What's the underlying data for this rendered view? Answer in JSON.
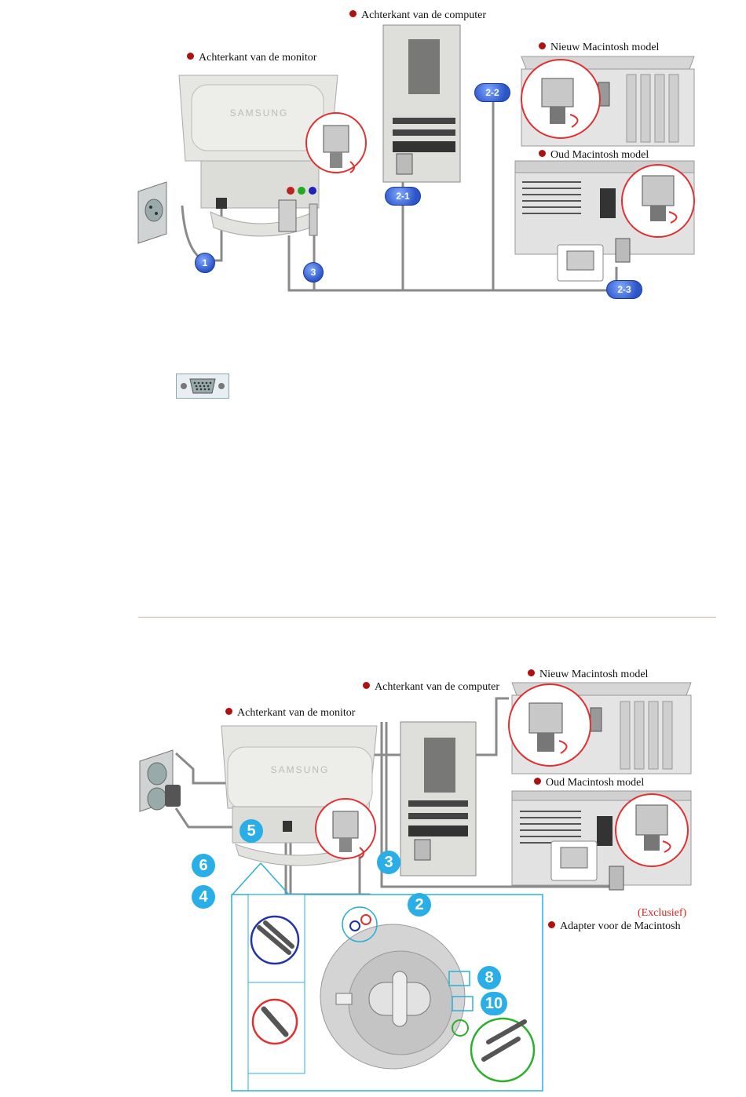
{
  "top": {
    "labels": {
      "computer_back": "Achterkant van de computer",
      "monitor_back": "Achterkant van de monitor",
      "new_mac": "Nieuw Macintosh model",
      "old_mac": "Oud Macintosh model"
    },
    "brand": "SAMSUNG",
    "steps": [
      "1",
      "2-1",
      "2-2",
      "2-3",
      "3"
    ]
  },
  "bottom": {
    "labels": {
      "computer_back": "Achterkant van de computer",
      "monitor_back": "Achterkant van de monitor",
      "new_mac": "Nieuw Macintosh model",
      "old_mac": "Oud Macintosh model",
      "exclusive": "(Exclusief)",
      "mac_adapter": "Adapter voor de Macintosh"
    },
    "brand": "SAMSUNG",
    "steps": [
      "2",
      "3",
      "4",
      "5",
      "6",
      "8",
      "10"
    ]
  },
  "colors": {
    "label_dot": "#b01010",
    "step_blue": "#2c55c8",
    "step_cyan": "#29aee8",
    "callout_red": "#e03030",
    "inset_border": "#2ab0d8",
    "exclusive_text": "#e02020"
  },
  "icons": [
    "vga-connector-icon"
  ]
}
